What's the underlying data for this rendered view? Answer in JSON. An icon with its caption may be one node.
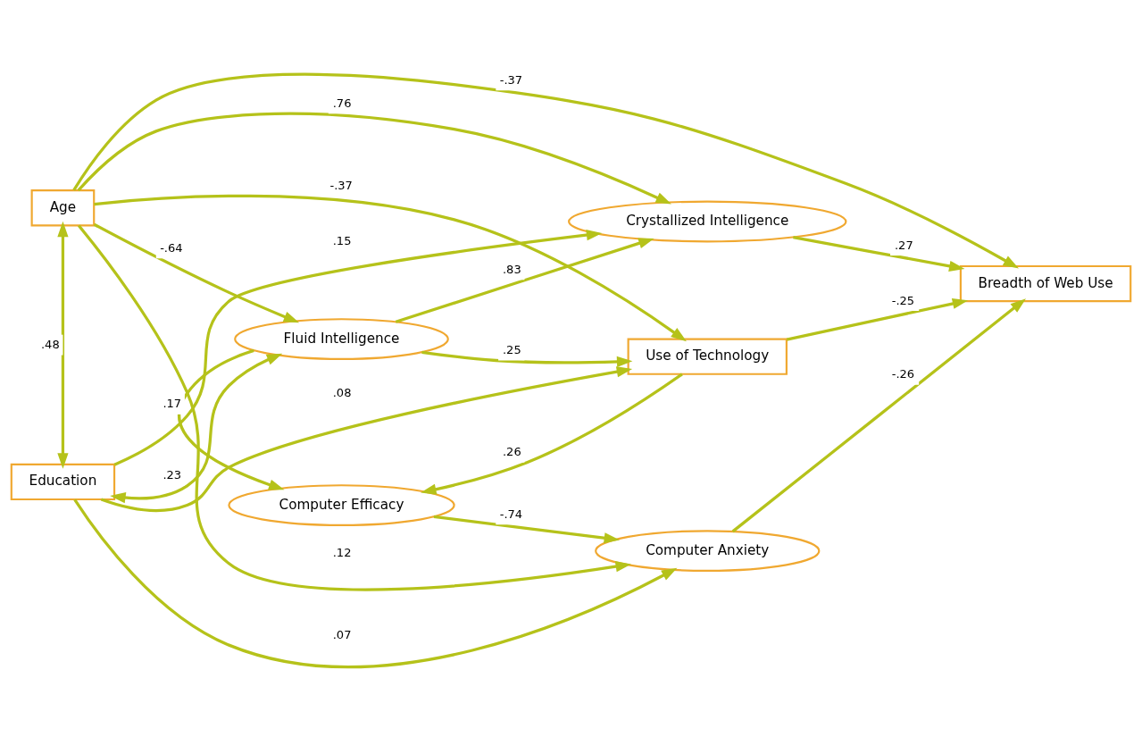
{
  "diagram": {
    "nodes": [
      {
        "text": [
          "Computer Efficacy"
        ]
      },
      {
        "text": [
          "Computer Anxiety"
        ]
      },
      {
        "text": [
          "Age"
        ]
      },
      {
        "text": [
          "Education"
        ]
      },
      {
        "text": [
          "Use of Technology"
        ]
      },
      {
        "text": [
          "Breadth of Web Use"
        ]
      },
      {
        "text": [
          "Fluid Intelligence"
        ]
      },
      {
        "text": [
          "Crystallized Intelligence"
        ]
      }
    ],
    "edges": [
      {
        "from": 0,
        "to": 1,
        "arrow": "to",
        "label": "-.74"
      },
      {
        "from": 4,
        "to": 0,
        "arrow": "to",
        "label": ".26"
      },
      {
        "from": 2,
        "to": 1,
        "arrow": "to",
        "label": ".12"
      },
      {
        "from": 3,
        "to": 1,
        "arrow": "to",
        "label": ".07"
      },
      {
        "from": 6,
        "to": 0,
        "arrow": "to",
        "label": ".17"
      },
      {
        "from": 2,
        "to": 4,
        "arrow": "to",
        "label": "-.37"
      },
      {
        "from": 3,
        "to": 4,
        "arrow": "to",
        "label": ".08"
      },
      {
        "from": 6,
        "to": 4,
        "arrow": "to",
        "label": ".25"
      },
      {
        "from": 4,
        "to": 5,
        "arrow": "to",
        "label": "-.25"
      },
      {
        "from": 1,
        "to": 5,
        "arrow": "to",
        "label": "-.26"
      },
      {
        "from": 2,
        "to": 5,
        "arrow": "to",
        "label": "-.37"
      },
      {
        "from": 2,
        "to": 7,
        "arrow": "to",
        "label": ".76"
      },
      {
        "from": 2,
        "to": 6,
        "arrow": "to",
        "label": "-.64"
      },
      {
        "from": 3,
        "to": 7,
        "arrow": "to",
        "label": ".15"
      },
      {
        "from": 6,
        "to": 7,
        "arrow": "to",
        "label": ".83"
      },
      {
        "from": 7,
        "to": 5,
        "arrow": "to",
        "label": ".27"
      },
      {
        "from": 2,
        "to": 3,
        "arrow": "both",
        "label": ".48"
      },
      {
        "from": 3,
        "to": 6,
        "arrow": "both",
        "label": ".23"
      }
    ]
  }
}
